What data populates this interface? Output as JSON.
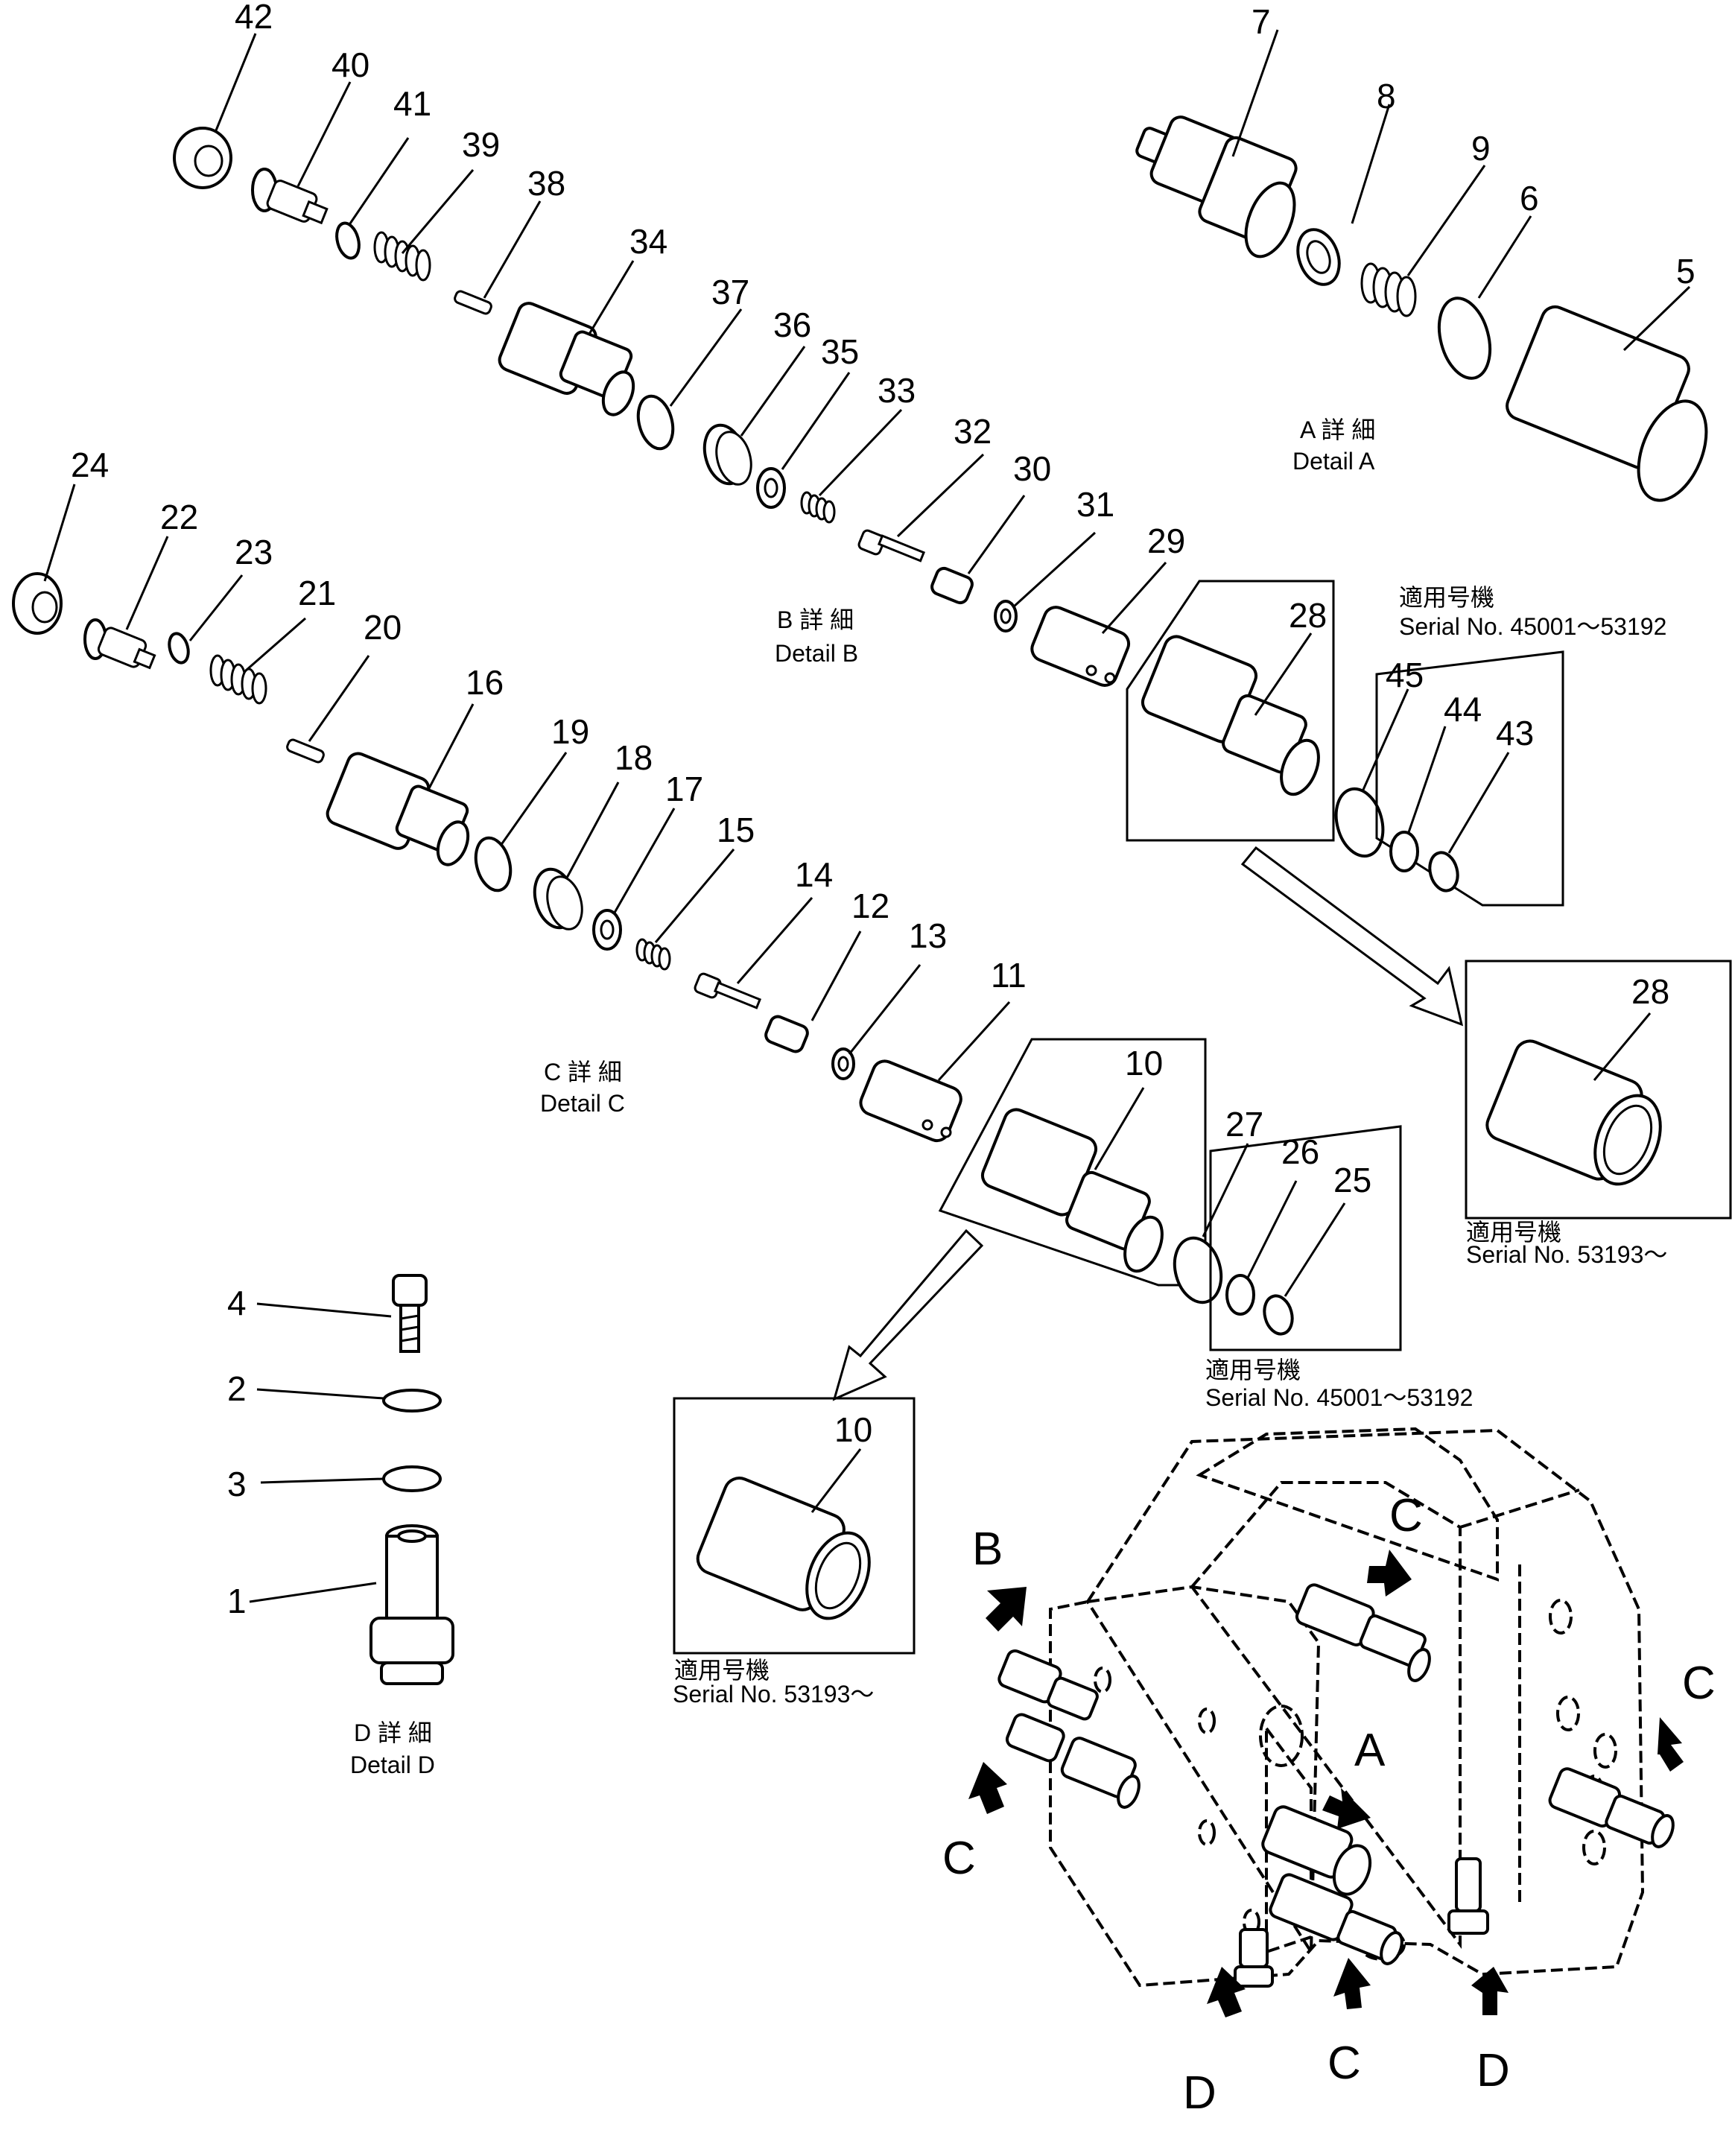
{
  "callouts": {
    "c1": "1",
    "c2": "2",
    "c3": "3",
    "c4": "4",
    "c5": "5",
    "c6": "6",
    "c7": "7",
    "c8": "8",
    "c9": "9",
    "c10": "10",
    "c10b": "10",
    "c11": "11",
    "c12": "12",
    "c13": "13",
    "c14": "14",
    "c15": "15",
    "c16": "16",
    "c17": "17",
    "c18": "18",
    "c19": "19",
    "c20": "20",
    "c21": "21",
    "c22": "22",
    "c23": "23",
    "c24": "24",
    "c25": "25",
    "c26": "26",
    "c27": "27",
    "c28": "28",
    "c28b": "28",
    "c29": "29",
    "c30": "30",
    "c31": "31",
    "c32": "32",
    "c33": "33",
    "c34": "34",
    "c35": "35",
    "c36": "36",
    "c37": "37",
    "c38": "38",
    "c39": "39",
    "c40": "40",
    "c41": "41",
    "c42": "42",
    "c43": "43",
    "c44": "44",
    "c45": "45"
  },
  "details": {
    "a_jp": "A 詳 細",
    "a_en": "Detail A",
    "b_jp": "B 詳 細",
    "b_en": "Detail B",
    "c_jp": "C 詳 細",
    "c_en": "Detail C",
    "d_jp": "D 詳 細",
    "d_en": "Detail D"
  },
  "serials": {
    "s1_jp": "適用号機",
    "s1_en": "Serial  No.  45001～53192",
    "s2_jp": "適用号機",
    "s2_en": "Serial  No.  53193～",
    "s3_jp": "適用号機",
    "s3_en": "Serial  No.  45001～53192",
    "s4_jp": "適用号機",
    "s4_en": "Serial  No.  53193～"
  },
  "view_letters": {
    "b": "B",
    "c_top": "C",
    "c_right": "C",
    "c_left": "C",
    "a": "A",
    "c_bottom": "C",
    "d_left": "D",
    "d_right": "D"
  }
}
